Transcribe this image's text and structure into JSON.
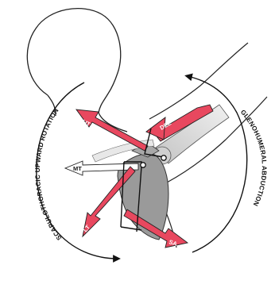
{
  "diagram": {
    "left_curve_label": "SCAPULOTHORACIC UPWARD ROTATION",
    "right_curve_label": "GLENOHUMERAL ABDUCTION",
    "muscles": {
      "ut": "UT",
      "del": "DEL",
      "mt": "MT",
      "lt": "LT",
      "sa": "SA"
    }
  },
  "colors": {
    "muscle_arrow": "#e8485f",
    "muscle_arrow_outline": "#222222",
    "mt_arrow_fill": "#ffffff",
    "scapula": "#9a9a9a",
    "humerus": "#d6d6d6",
    "line": "#222222"
  }
}
